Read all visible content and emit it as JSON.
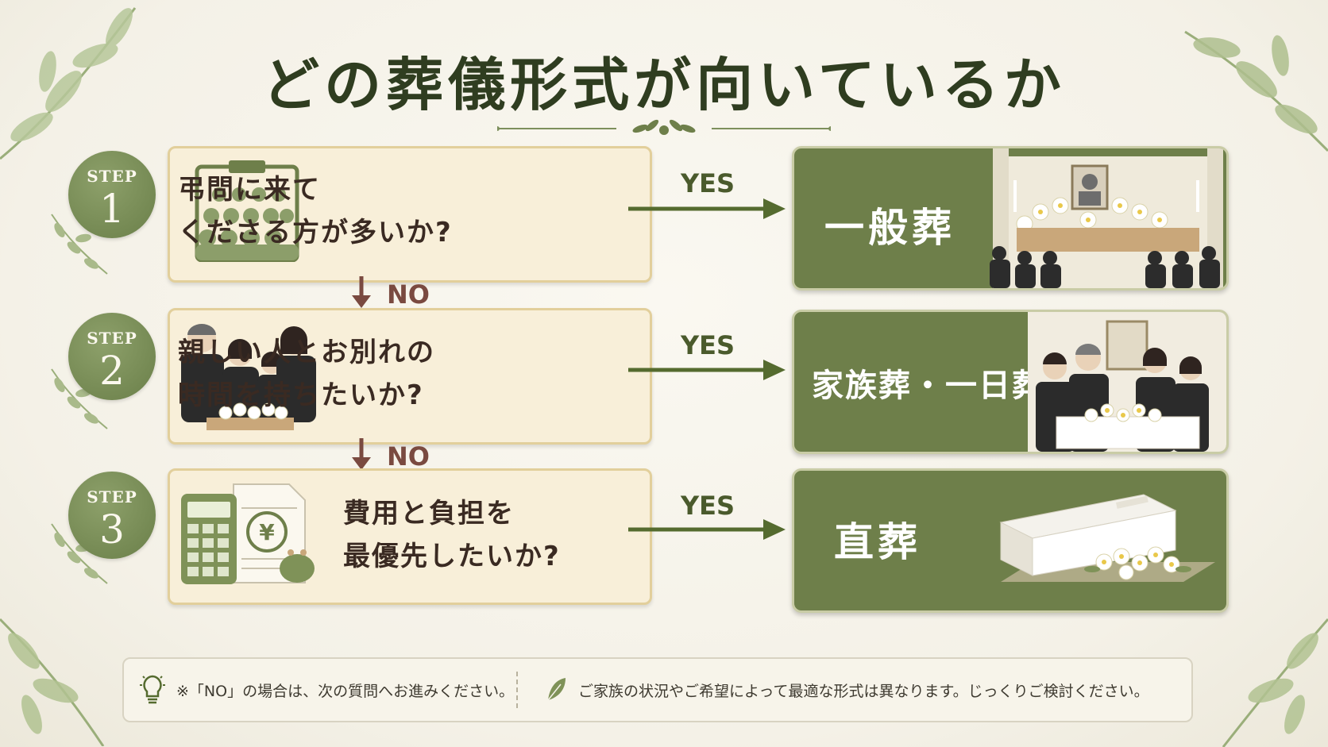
{
  "title": "どの葬儀形式が向いているか",
  "steps": [
    {
      "label": "STEP",
      "number": "1",
      "question_lines": [
        "弔問に来て",
        "くださる方が多いか?"
      ],
      "yes": "YES",
      "result": "一般葬",
      "no": "NO"
    },
    {
      "label": "STEP",
      "number": "2",
      "question_lines": [
        "親しい人とお別れの",
        "時間を持ちたいか?"
      ],
      "yes": "YES",
      "result": "家族葬・一日葬",
      "no": "NO"
    },
    {
      "label": "STEP",
      "number": "3",
      "question_lines": [
        "費用と負担を",
        "最優先したいか?"
      ],
      "yes": "YES",
      "result": "直葬"
    }
  ],
  "footer": {
    "note1": "※「NO」の場合は、次の質問へお進みください。",
    "note2": "ご家族の状況やご希望によって最適な形式は異なります。じっくりご検討ください。"
  },
  "colors": {
    "green": "#6e7f4a",
    "cream": "#f8efd9",
    "gold_border": "#e2cf9b",
    "title": "#2f3d20",
    "arrow_green": "#556b2f",
    "arrow_brown": "#7a4a40"
  },
  "icons": [
    "leaf-branch-icon",
    "group-clipboard-icon",
    "praying-family-icon",
    "calculator-yen-icon",
    "lightbulb-icon",
    "leaf-icon",
    "funeral-altar-icon",
    "family-mourners-icon",
    "white-coffin-icon"
  ]
}
